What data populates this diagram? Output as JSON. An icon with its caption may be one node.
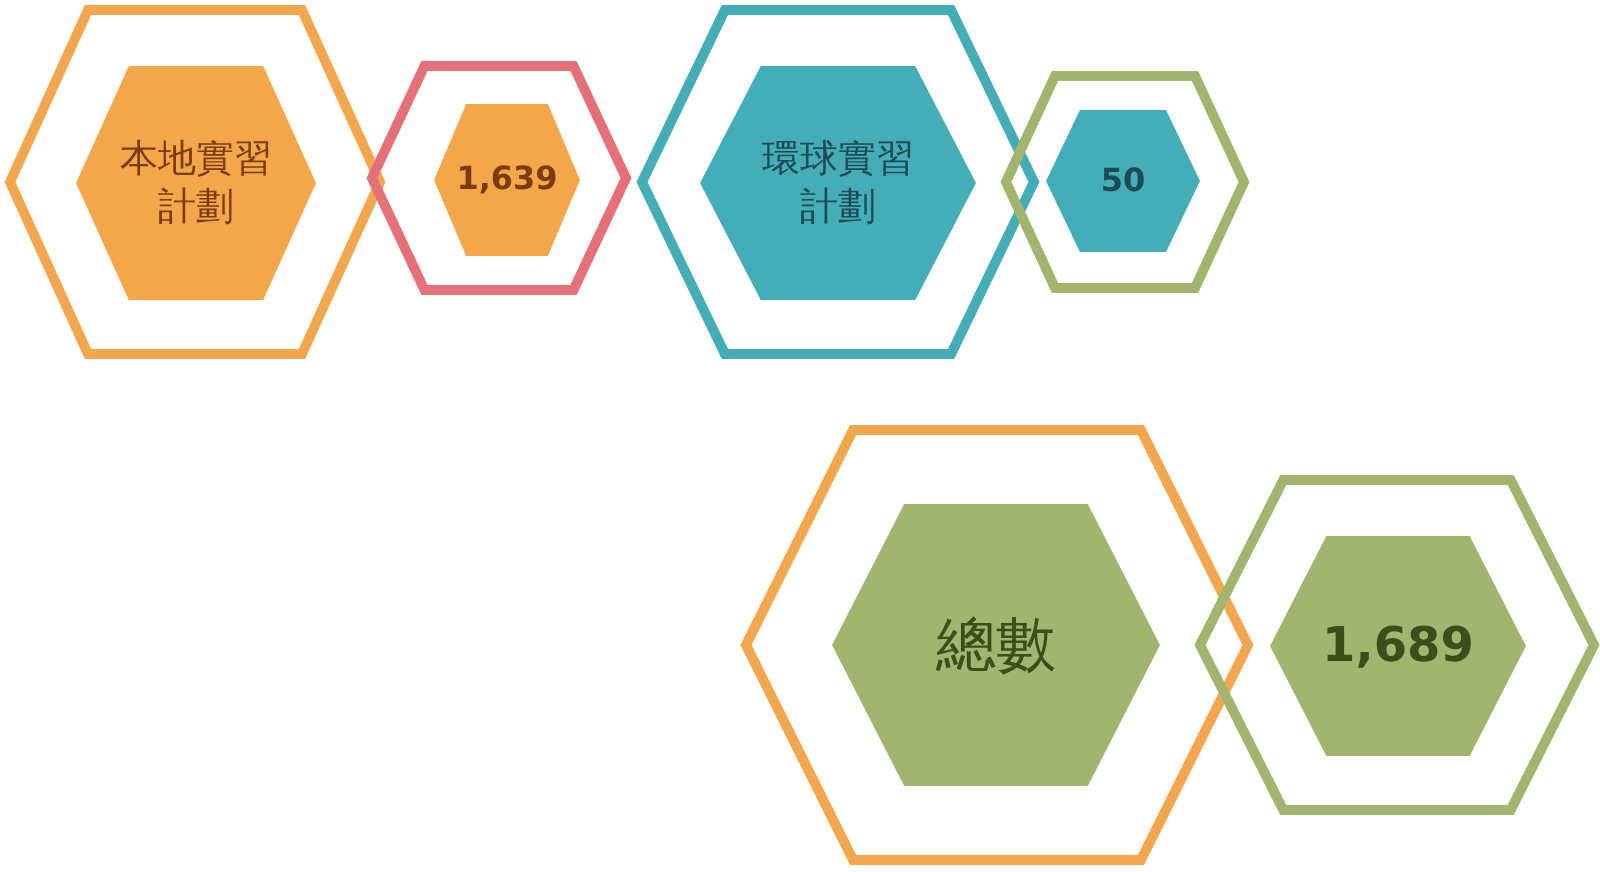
{
  "diagram": {
    "nodes": [
      {
        "text": [],
        "shape": "hexagon"
      },
      {
        "text": [
          "本地實習計劃"
        ],
        "in": 0
      },
      {
        "text": [],
        "shape": "hexagon"
      },
      {
        "text": [
          "1,639"
        ],
        "in": 2
      },
      {
        "text": [],
        "shape": "hexagon"
      },
      {
        "text": [
          "環球實習計劃"
        ],
        "in": 4
      },
      {
        "text": [],
        "shape": "hexagon"
      },
      {
        "text": [
          "50"
        ],
        "in": 6
      },
      {
        "text": [],
        "shape": "hexagon"
      },
      {
        "text": [
          "總數"
        ],
        "in": 8
      },
      {
        "text": [],
        "shape": "hexagon"
      },
      {
        "text": [
          "1,689"
        ],
        "in": 10
      }
    ]
  }
}
